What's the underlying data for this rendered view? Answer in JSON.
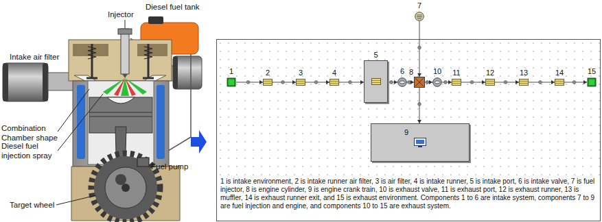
{
  "diagram": {
    "caption": "1 is intake environment, 2 is intake runner air filter, 3 is air filter, 4 is intake runner, 5 is intake port, 6 is intake valve, 7 is fuel injector, 8 is engine cylinder, 9 is engine crank train, 10 is exhaust valve, 11 is exhaust port, 12 is exhaust runner, 13 is muffler, 14 is exhaust runner exit, and 15 is exhaust environment. Components 1 to 6 are intake system, components 7 to 9 are fuel injection and engine, and components 10 to 15 are exhaust system.",
    "nodes": [
      {
        "text": [
          "1"
        ]
      },
      {
        "text": [
          "2"
        ]
      },
      {
        "text": [
          "3"
        ]
      },
      {
        "text": [
          "4"
        ]
      },
      {
        "text": [
          "5"
        ]
      },
      {
        "text": [
          "6"
        ]
      },
      {
        "text": [
          "7"
        ]
      },
      {
        "text": [
          "8"
        ]
      },
      {
        "text": [
          "9"
        ]
      },
      {
        "text": [
          "10"
        ]
      },
      {
        "text": [
          "11"
        ]
      },
      {
        "text": [
          "12"
        ]
      },
      {
        "text": [
          "13"
        ]
      },
      {
        "text": [
          "14"
        ]
      },
      {
        "text": [
          "15"
        ]
      }
    ],
    "edges": [
      {
        "from": 0,
        "to": 1,
        "arrow": "to"
      },
      {
        "from": 1,
        "to": 2,
        "arrow": "to"
      },
      {
        "from": 2,
        "to": 3,
        "arrow": "to"
      },
      {
        "from": 3,
        "to": 4,
        "arrow": "to"
      },
      {
        "from": 4,
        "to": 5,
        "arrow": "to"
      },
      {
        "from": 5,
        "to": 7,
        "arrow": "to"
      },
      {
        "from": 6,
        "to": 7,
        "arrow": "to"
      },
      {
        "from": 7,
        "to": 8,
        "arrow": "to"
      },
      {
        "from": 7,
        "to": 9,
        "arrow": "to"
      },
      {
        "from": 9,
        "to": 10,
        "arrow": "to"
      },
      {
        "from": 10,
        "to": 11,
        "arrow": "to"
      },
      {
        "from": 11,
        "to": 12,
        "arrow": "to"
      },
      {
        "from": 12,
        "to": 13,
        "arrow": "to"
      },
      {
        "from": 13,
        "to": 14,
        "arrow": "to"
      }
    ],
    "labels": [
      "Diesel fuel tank",
      "Injector",
      "Intake air filter",
      "Combination Chamber shape",
      "Diesel fuel injection spray",
      "Fuel pump",
      "Target wheel"
    ]
  }
}
